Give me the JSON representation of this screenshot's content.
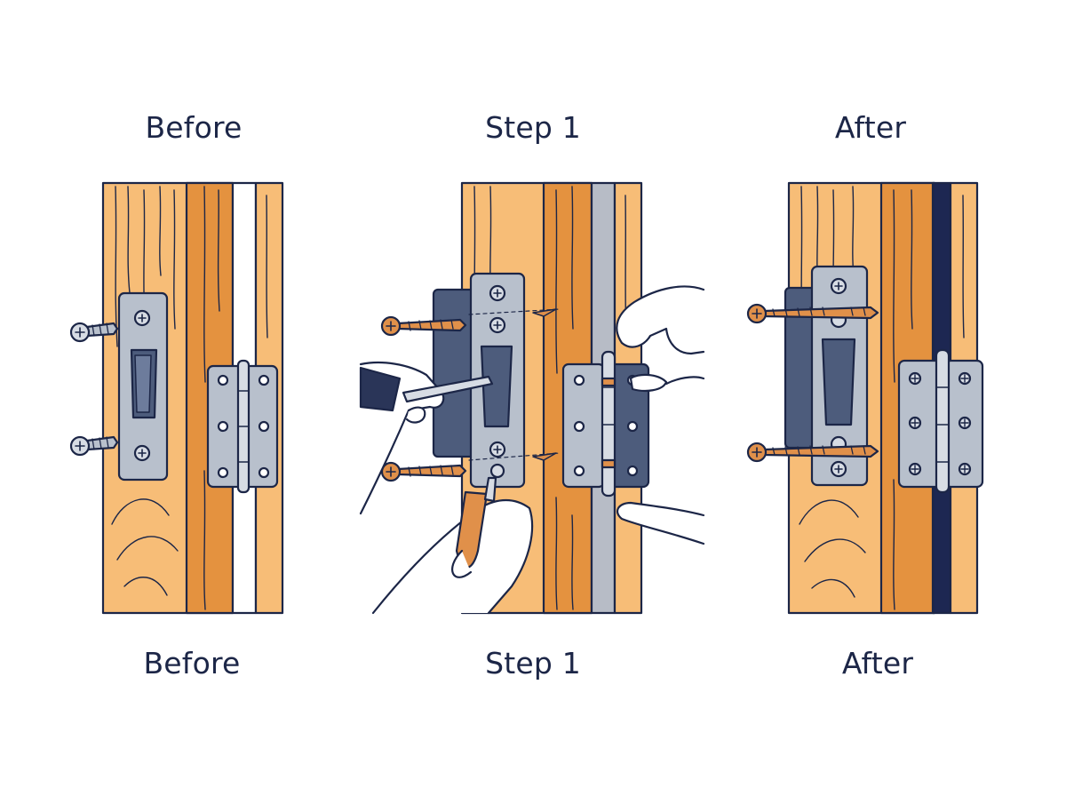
{
  "panels": [
    {
      "top_label": "Before",
      "bottom_label": "Before"
    },
    {
      "top_label": "Step 1",
      "bottom_label": "Step 1"
    },
    {
      "top_label": "After",
      "bottom_label": "After"
    }
  ],
  "colors": {
    "wood_light": "#f7bd77",
    "wood_mid": "#eea45b",
    "wood_dark": "#e4923f",
    "outline": "#1c2647",
    "metal": "#b8c0cc",
    "metal_dark": "#4d5c7c",
    "screw_brass": "#e0904a",
    "gap_gray": "#b7bcc6",
    "gap_navy": "#1d2752",
    "skin": "#ffffff"
  }
}
